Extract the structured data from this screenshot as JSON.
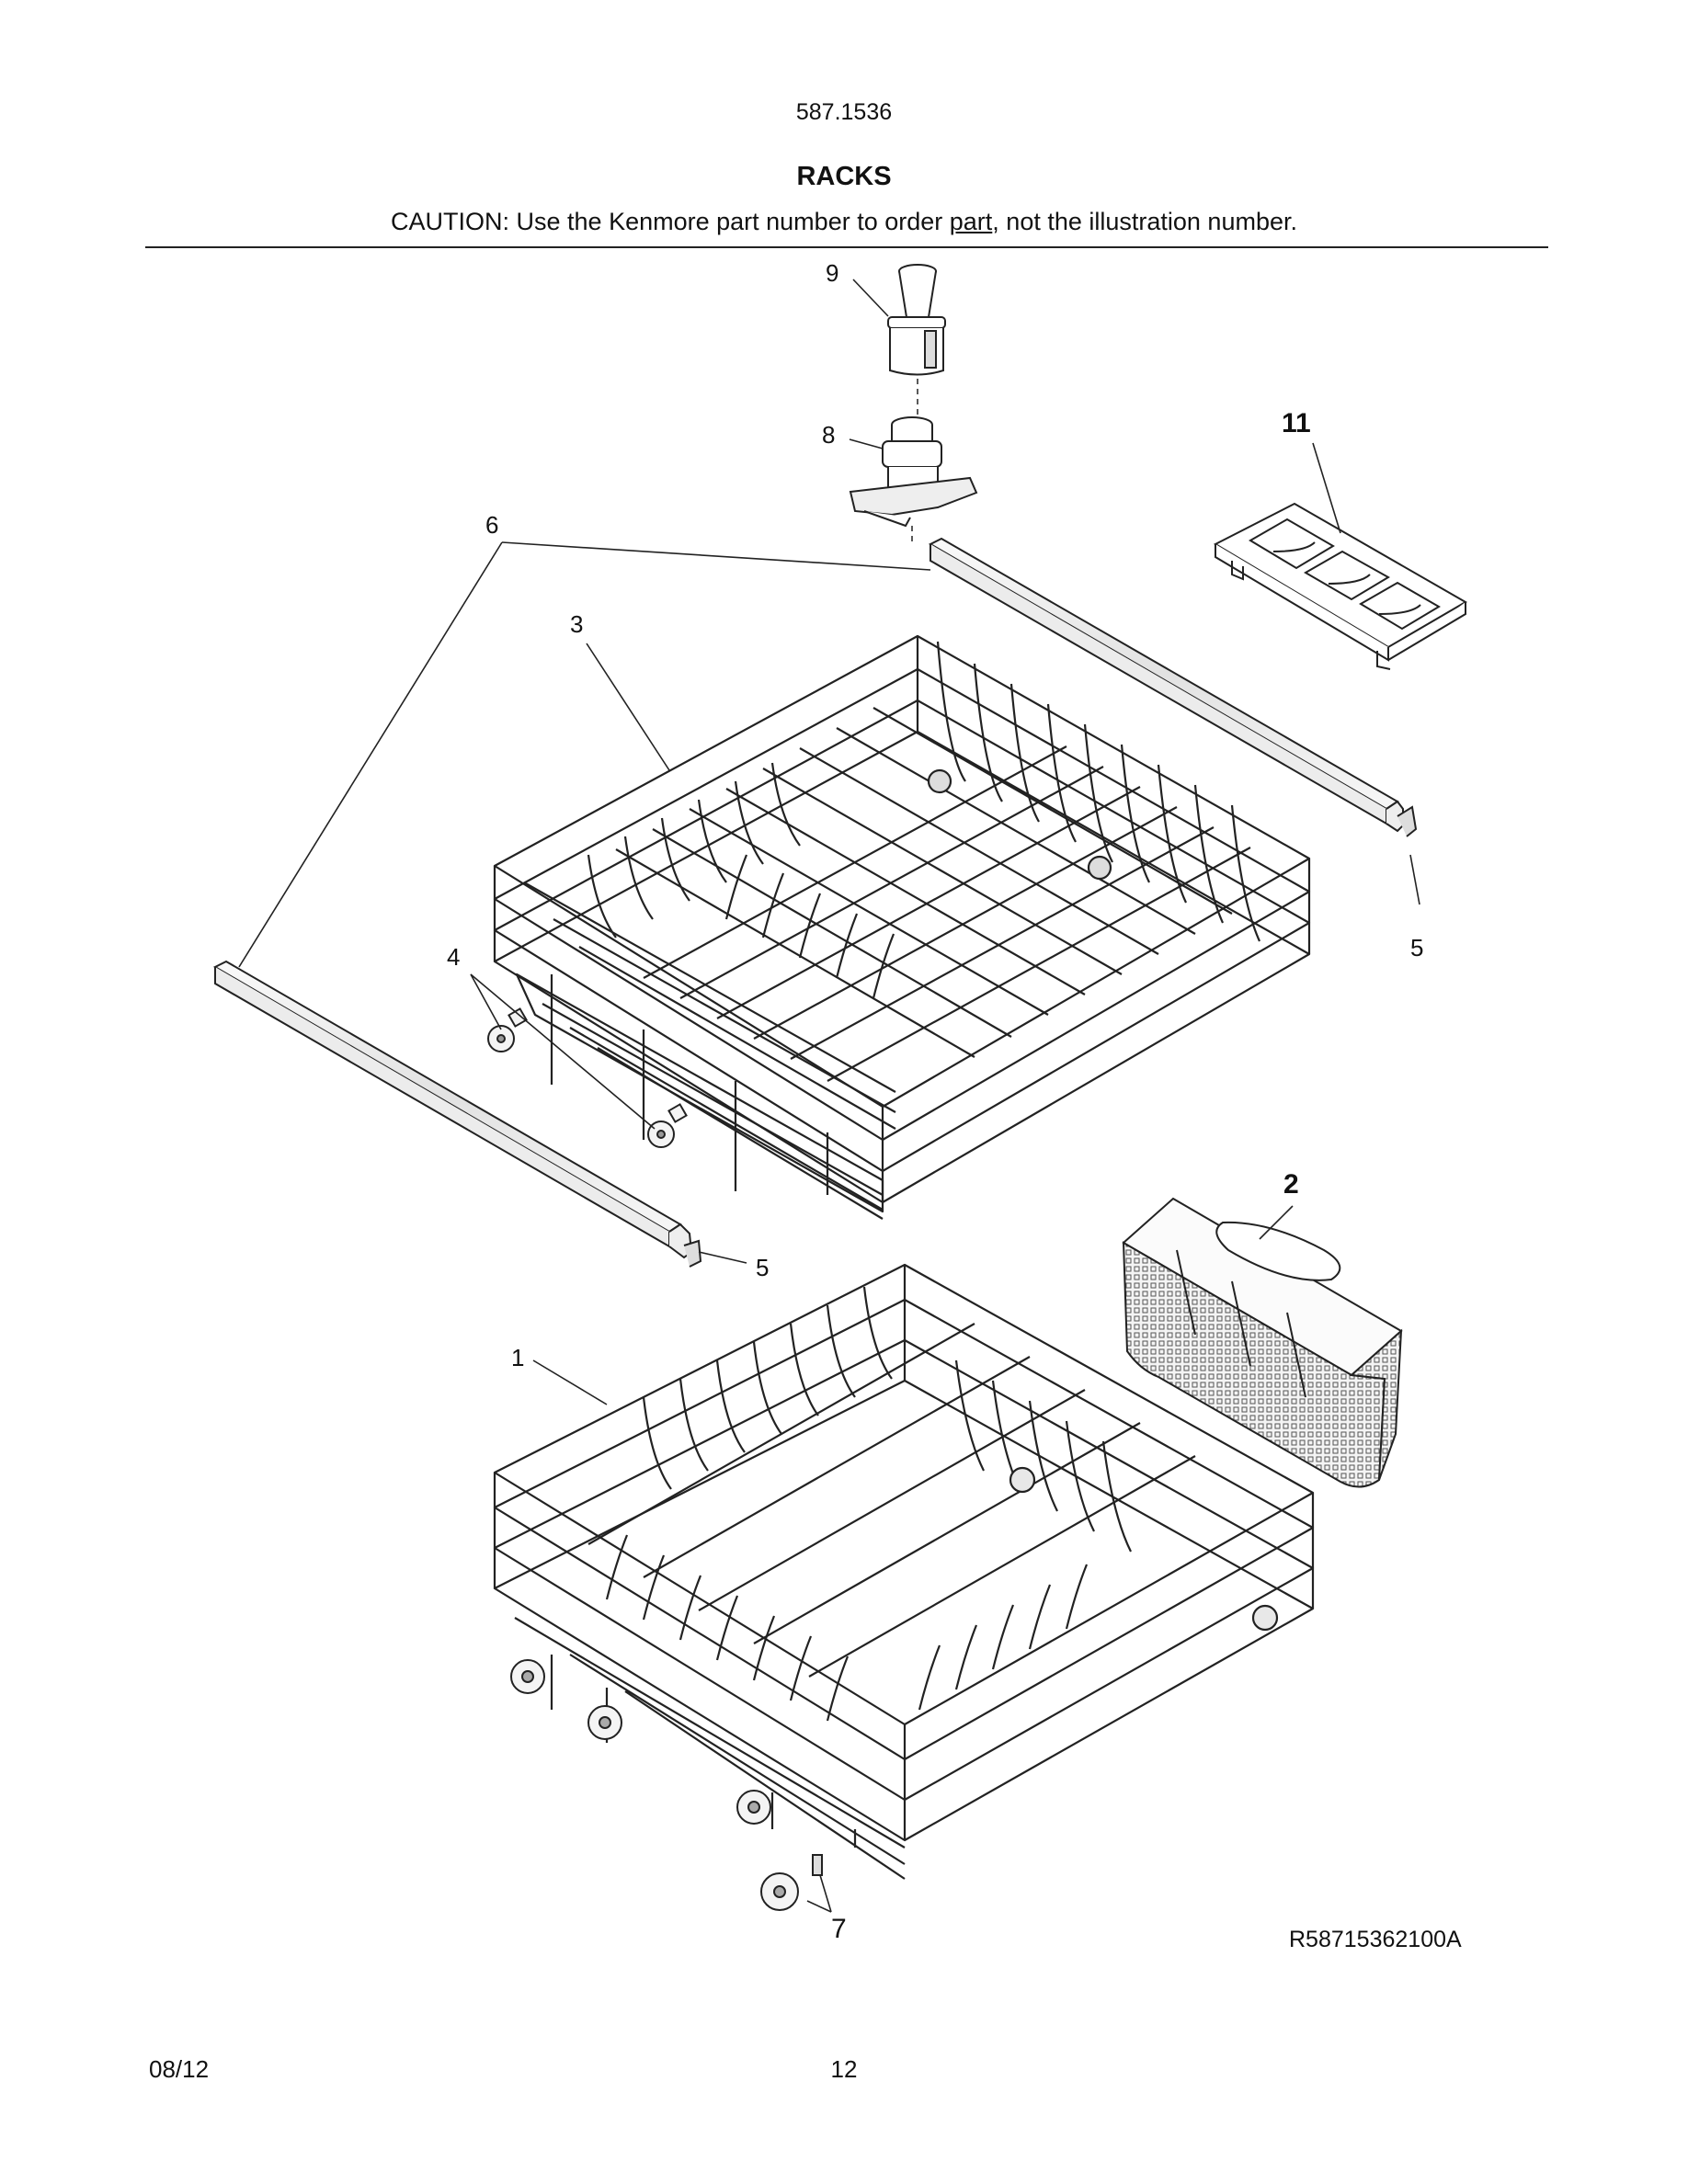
{
  "header": {
    "model_number": "587.1536",
    "section_title": "RACKS",
    "caution_prefix": "CAUTION: Use the Kenmore part number to order ",
    "caution_underlined": "part",
    "caution_suffix": ", not the illustration number."
  },
  "callouts": {
    "c1": "1",
    "c2": "2",
    "c3": "3",
    "c4": "4",
    "c5a": "5",
    "c5b": "5",
    "c6": "6",
    "c7": "7",
    "c8": "8",
    "c9": "9",
    "c11": "11"
  },
  "reference_code": "R58715362100A",
  "footer": {
    "date": "08/12",
    "page": "12"
  }
}
